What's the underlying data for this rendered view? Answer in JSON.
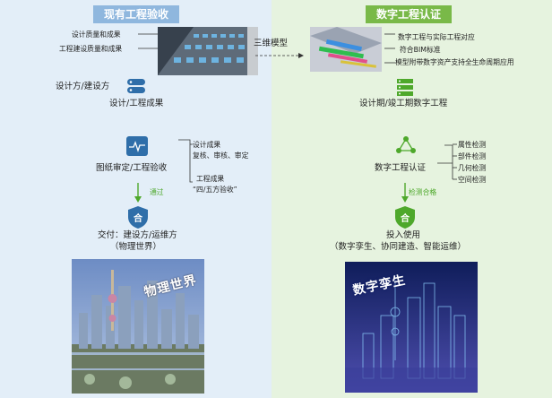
{
  "left": {
    "header": "现有工程验收",
    "photo_labels": [
      "设计质量和成果",
      "工程建设质量和成果"
    ],
    "step1_actor": "设计方/建设方",
    "step1_result": "设计/工程成果",
    "review_label": "图纸审定/工程验收",
    "review_details": [
      "设计成果",
      "复核、审核、审定",
      "工程成果",
      "“四/五方验收”"
    ],
    "pass_label": "通过",
    "deliver_label": "交付：建设方/运维方",
    "deliver_sub": "（物理世界）",
    "image_caption": "物理世界"
  },
  "middle": {
    "arrow_label": "三维模型"
  },
  "right": {
    "header": "数字工程认证",
    "model_labels": [
      "数字工程与实际工程对应",
      "符合BIM标准",
      "模型附带数字资产支持全生命周期应用"
    ],
    "step1_result": "设计期/竣工期数字工程",
    "cert_label": "数字工程认证",
    "checks": [
      "属性检测",
      "部件检测",
      "几何检测",
      "空间检测"
    ],
    "pass_label": "检测合格",
    "use_label": "投入使用",
    "use_sub": "（数字孪生、协同建造、智能运维）",
    "image_caption": "数字孪生"
  },
  "colors": {
    "left_bg": "#e3eef8",
    "right_bg": "#e6f3df",
    "left_accent": "#8fb7de",
    "right_accent": "#79b948",
    "pass_green": "#4ea82b",
    "icon_blue": "#2f6ea9"
  },
  "icons": [
    "server-icon",
    "gauge-icon",
    "shield-icon",
    "network-icon",
    "database-icon"
  ]
}
